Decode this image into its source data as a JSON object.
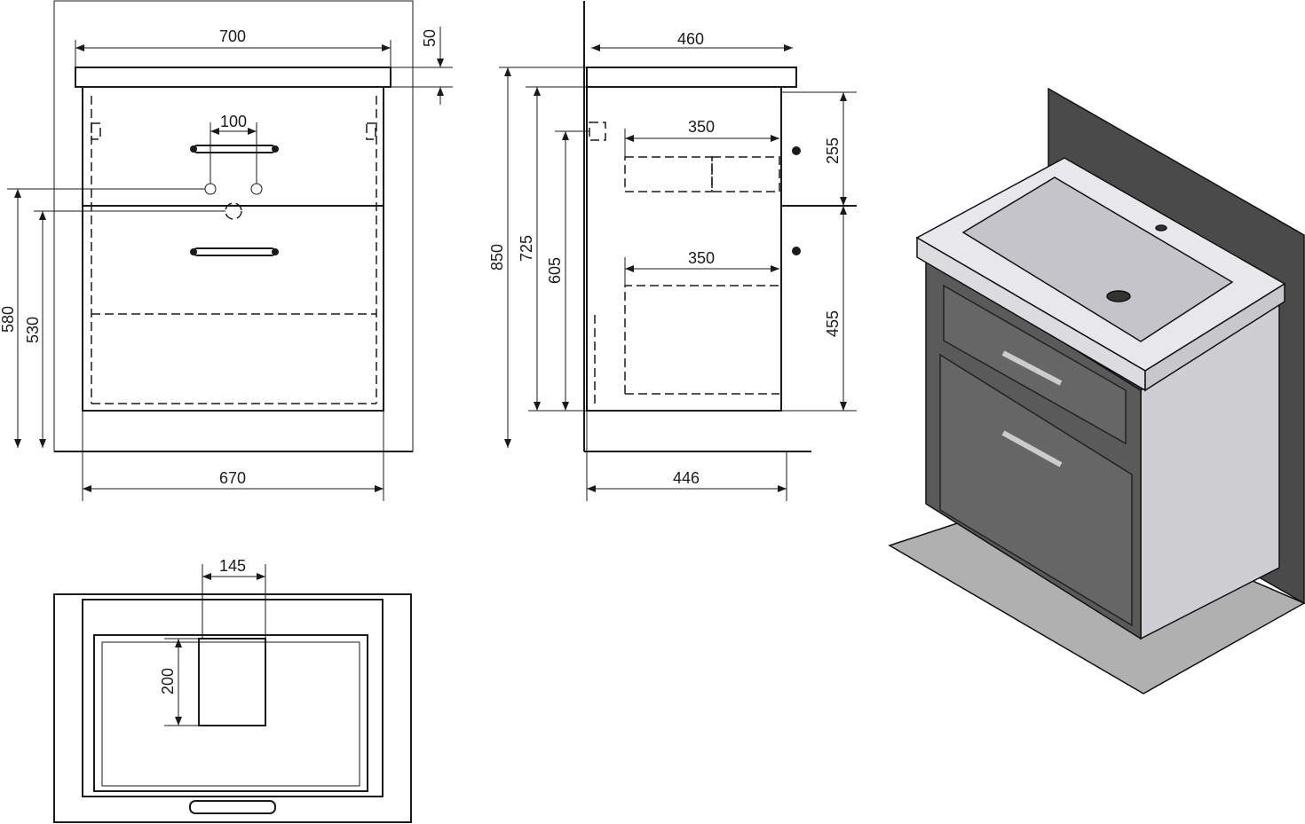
{
  "front_view": {
    "width_top": "700",
    "top_thickness": "50",
    "handle_spacing": "100",
    "height_580": "580",
    "height_530": "530",
    "width_body": "670"
  },
  "side_view": {
    "depth_top": "460",
    "drawer_depth_upper": "350",
    "drawer_depth_lower": "350",
    "upper_front": "255",
    "lower_front": "455",
    "total_height": "850",
    "height_725": "725",
    "height_605": "605",
    "depth_body": "446"
  },
  "bottom_view": {
    "cutout_width": "145",
    "cutout_depth": "200"
  },
  "colors": {
    "line": "#1a1a1a",
    "cabinet": "#5a5a5a",
    "wall": "#4a4a4a",
    "floor": "#b0b0b0",
    "basin": "#e8e8ec"
  }
}
